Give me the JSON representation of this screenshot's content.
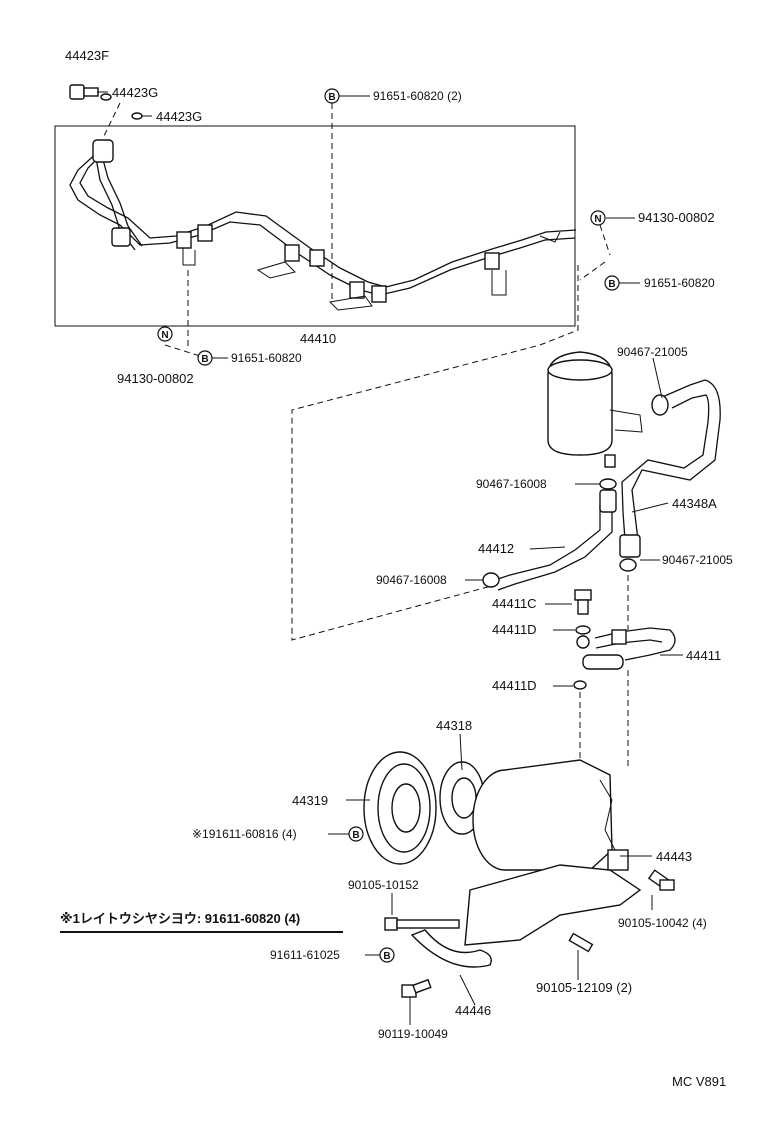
{
  "labels": {
    "p44423F": "44423F",
    "p44423G_a": "44423G",
    "p44423G_b": "44423G",
    "p91651_60820_2": "91651-60820 (2)",
    "p94130_00802_r": "94130-00802",
    "p91651_60820_r": "91651-60820",
    "p44410": "44410",
    "p91651_60820_l": "91651-60820",
    "p94130_00802_l": "94130-00802",
    "p90467_21005_a": "90467-21005",
    "p90467_16008_a": "90467-16008",
    "p44348A": "44348A",
    "p44412": "44412",
    "p90467_21005_b": "90467-21005",
    "p90467_16008_b": "90467-16008",
    "p44411C": "44411C",
    "p44411D_a": "44411D",
    "p44411": "44411",
    "p44411D_b": "44411D",
    "p44318": "44318",
    "p44319": "44319",
    "p191611": "※191611-60816 (4)",
    "p44443": "44443",
    "p90105_10152": "90105-10152",
    "p90105_10042": "90105-10042 (4)",
    "note": "※1レイトウシヤシヨウ: 91611-60820 (4)",
    "p91611_61025": "91611-61025",
    "p90105_12109": "90105-12109 (2)",
    "p44446": "44446",
    "p90119_10049": "90119-10049",
    "ref": "MC V891"
  },
  "badges": {
    "b": "B",
    "n": "N"
  }
}
